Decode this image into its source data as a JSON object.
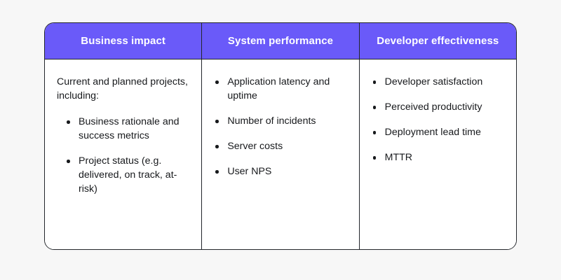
{
  "page": {
    "background_color": "#f7f7f7",
    "accent_color": "#6a5af9",
    "border_color": "#23262b",
    "text_color": "#17191c"
  },
  "table": {
    "columns": [
      {
        "header": "Business impact",
        "intro": "Current and planned projects, including:",
        "bullets": [
          "Business rationale and success metrics",
          "Project status (e.g. delivered, on track, at-risk)"
        ]
      },
      {
        "header": "System performance",
        "intro": "",
        "bullets": [
          "Application latency and uptime",
          "Number of incidents",
          "Server costs",
          "User NPS"
        ]
      },
      {
        "header": "Developer effectiveness",
        "intro": "",
        "bullets": [
          "Developer satisfaction",
          "Perceived productivity",
          "Deployment lead time",
          "MTTR"
        ]
      }
    ]
  }
}
